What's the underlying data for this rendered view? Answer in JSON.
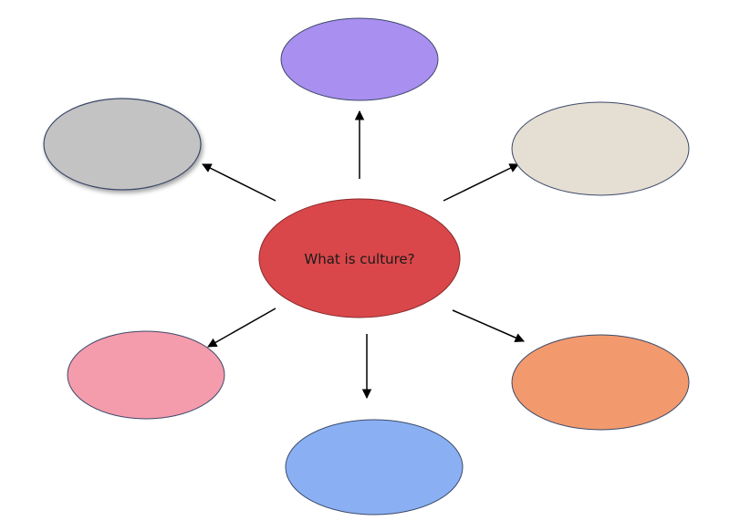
{
  "diagram": {
    "center": {
      "label": "What is culture?",
      "color": "#d9474a"
    },
    "nodes": [
      {
        "id": "top",
        "label": "",
        "color": "#a98ff0"
      },
      {
        "id": "upper-right",
        "label": "",
        "color": "#e5ded2"
      },
      {
        "id": "lower-right",
        "label": "",
        "color": "#f29a6e"
      },
      {
        "id": "bottom",
        "label": "",
        "color": "#8ab0f3"
      },
      {
        "id": "lower-left",
        "label": "",
        "color": "#f59cac"
      },
      {
        "id": "upper-left",
        "label": "",
        "color": "#c3c3c3"
      }
    ],
    "outline_color": "#3d4a6a",
    "arrow_color": "#000000"
  }
}
